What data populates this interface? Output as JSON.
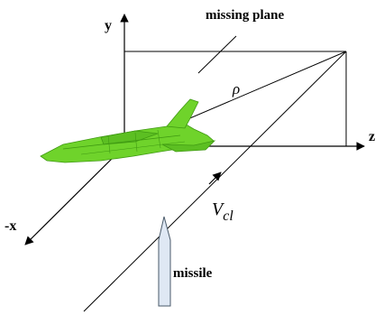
{
  "diagram": {
    "labels": {
      "y_axis": "y",
      "z_axis": "z",
      "x_axis": "-x",
      "target": "missing plane",
      "range": "ρ",
      "closing_velocity": "V",
      "closing_velocity_sub": "cl",
      "missile": "missile"
    },
    "colors": {
      "line": "#000000",
      "plane_fill": "#6fd32b",
      "plane_dark": "#3f9a12",
      "missile_fill": "#dfe8f4",
      "missile_stroke": "#4a5a6a"
    }
  }
}
